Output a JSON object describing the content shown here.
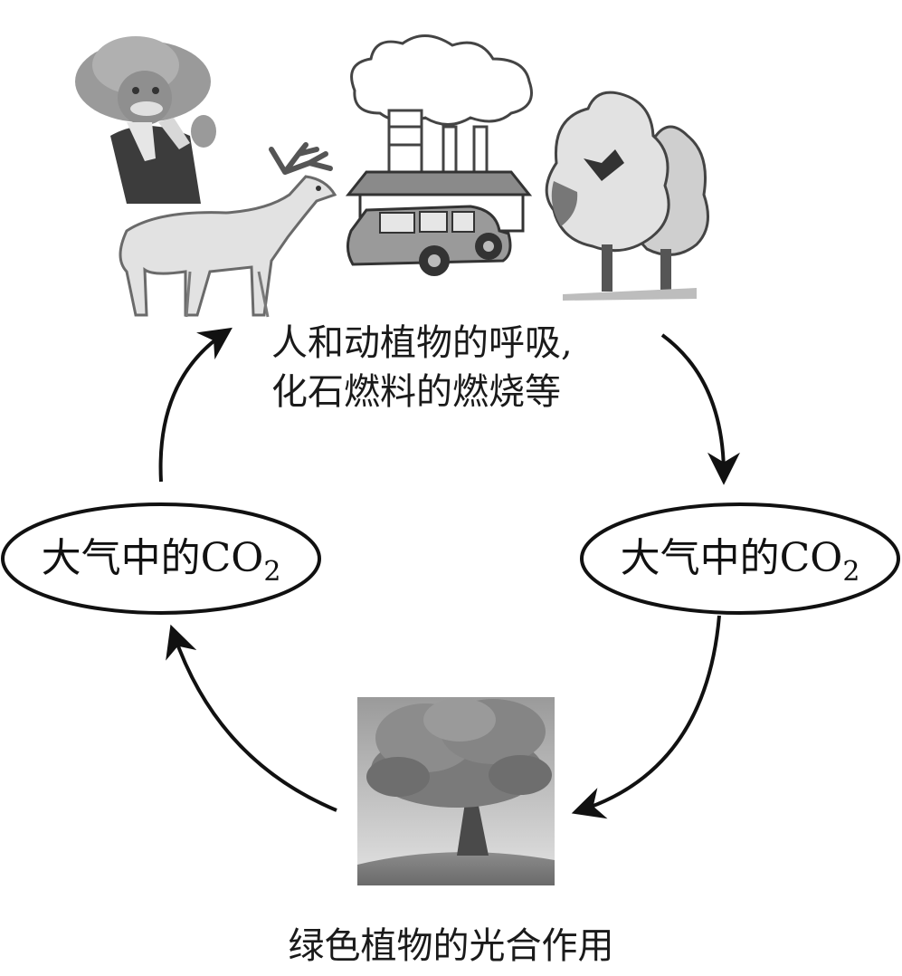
{
  "diagram_title": "",
  "sources": {
    "caption_line1": "人和动植物的呼吸,",
    "caption_line2": "化石燃料的燃烧等",
    "pictures": [
      "farmer",
      "deer",
      "factory",
      "car",
      "trees"
    ]
  },
  "left_node": {
    "text": "大气中的CO",
    "subscript": "2"
  },
  "right_node": {
    "text": "大气中的CO",
    "subscript": "2"
  },
  "sink": {
    "caption": "绿色植物的光合作用",
    "picture": "tree"
  },
  "flows": [
    {
      "from": "sources",
      "to": "right_node"
    },
    {
      "from": "right_node",
      "to": "sink"
    },
    {
      "from": "sink",
      "to": "left_node"
    },
    {
      "from": "left_node",
      "to": "sources"
    }
  ],
  "colors": {
    "ink": "#111111",
    "gray_dark": "#555555",
    "gray_mid": "#8a8a8a",
    "gray_light": "#c8c8c8"
  }
}
